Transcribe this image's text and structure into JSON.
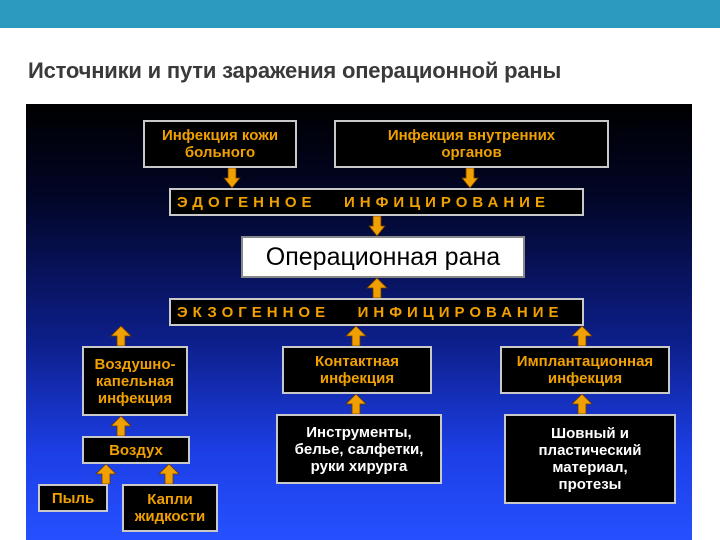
{
  "slide": {
    "title": "Источники и пути заражения операционной раны"
  },
  "diagram": {
    "skin_infection": "Инфекция кожи\nбольного",
    "organ_infection": "Инфекция внутренних\nорганов",
    "endogenous": "ЭДОГЕННОЕ   ИНФИЦИРОВАНИЕ",
    "wound": "Операционная рана",
    "exogenous": "ЭКЗОГЕННОЕ   ИНФИЦИРОВАНИЕ",
    "airborne": "Воздушно-\nкапельная\nинфекция",
    "contact": "Контактная\nинфекция",
    "implant": "Имплантационная\nинфекция",
    "air": "Воздух",
    "instruments": "Инструменты,\nбелье, салфетки,\nруки  хирурга",
    "sutures": "Шовный и\nпластический\nматериал,\nпротезы",
    "dust": "Пыль",
    "droplets": "Капли\nжидкости"
  },
  "colors": {
    "box_text": "#f0a000",
    "box_text_white": "#ffffff",
    "arrow": "#f0a000",
    "header_bar": "#2a9bbf"
  }
}
